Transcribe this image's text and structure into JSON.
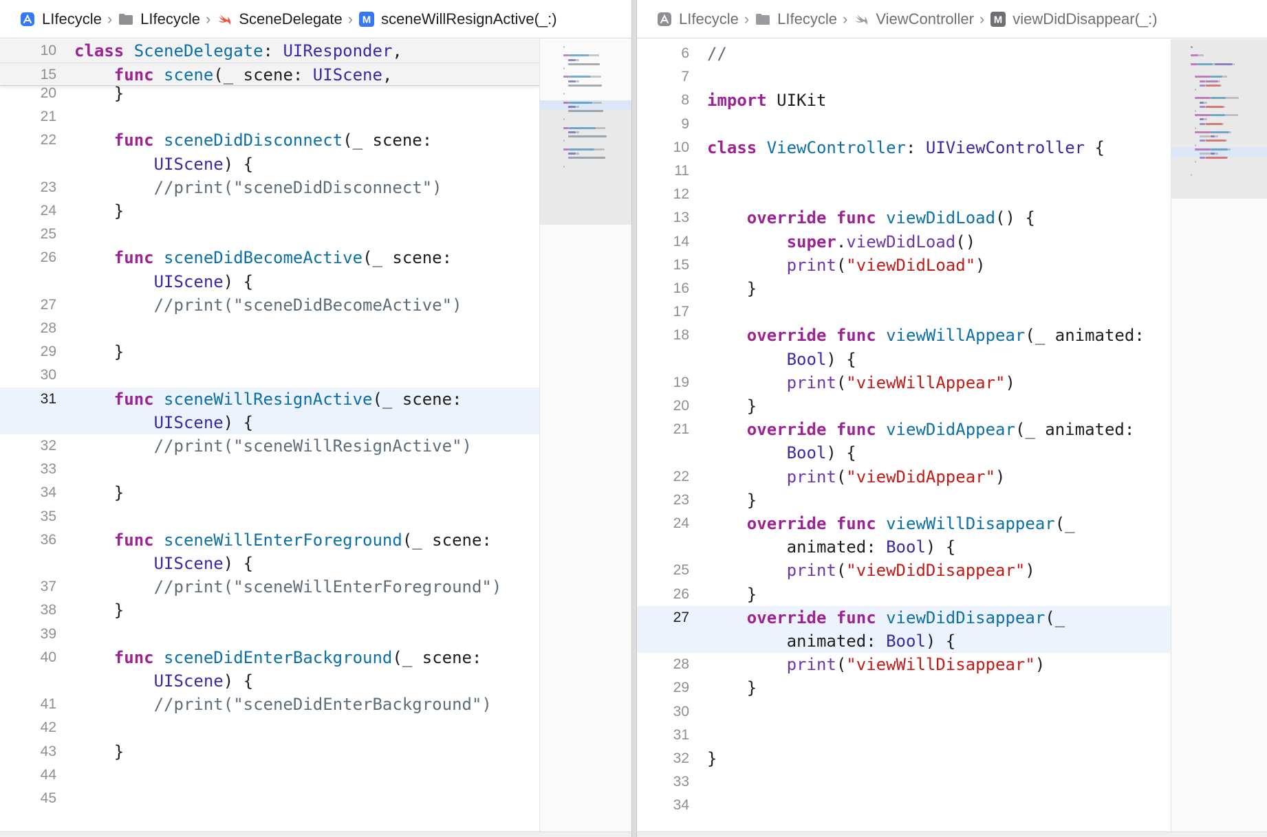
{
  "left_pane": {
    "breadcrumbs": [
      {
        "icon": "app-icon",
        "label": "LIfecycle"
      },
      {
        "icon": "folder-icon",
        "label": "LIfecycle"
      },
      {
        "icon": "swift-icon",
        "label": "SceneDelegate"
      },
      {
        "icon": "method-icon",
        "label": "sceneWillResignActive(_:)"
      }
    ],
    "sticky_lines": [
      {
        "num": "10",
        "tokens": [
          [
            "kw",
            "class "
          ],
          [
            "decl",
            "SceneDelegate"
          ],
          [
            "plain",
            ": "
          ],
          [
            "type",
            "UIResponder"
          ],
          [
            "plain",
            ","
          ]
        ]
      },
      {
        "num": "15",
        "tokens": [
          [
            "plain",
            "    "
          ],
          [
            "kw",
            "func "
          ],
          [
            "decl",
            "scene"
          ],
          [
            "plain",
            "(_ scene: "
          ],
          [
            "type",
            "UIScene"
          ],
          [
            "plain",
            ","
          ]
        ]
      }
    ],
    "lines": [
      {
        "num": "20",
        "tokens": [
          [
            "plain",
            "    }"
          ]
        ]
      },
      {
        "num": "21",
        "tokens": []
      },
      {
        "num": "22",
        "tokens": [
          [
            "plain",
            "    "
          ],
          [
            "kw",
            "func "
          ],
          [
            "decl",
            "sceneDidDisconnect"
          ],
          [
            "plain",
            "(_ scene:"
          ]
        ]
      },
      {
        "num": "",
        "tokens": [
          [
            "plain",
            "        "
          ],
          [
            "type",
            "UIScene"
          ],
          [
            "plain",
            ") {"
          ]
        ]
      },
      {
        "num": "23",
        "tokens": [
          [
            "com",
            "        //print(\"sceneDidDisconnect\")"
          ]
        ]
      },
      {
        "num": "24",
        "tokens": [
          [
            "plain",
            "    }"
          ]
        ]
      },
      {
        "num": "25",
        "tokens": []
      },
      {
        "num": "26",
        "tokens": [
          [
            "plain",
            "    "
          ],
          [
            "kw",
            "func "
          ],
          [
            "decl",
            "sceneDidBecomeActive"
          ],
          [
            "plain",
            "(_ scene:"
          ]
        ]
      },
      {
        "num": "",
        "tokens": [
          [
            "plain",
            "        "
          ],
          [
            "type",
            "UIScene"
          ],
          [
            "plain",
            ") {"
          ]
        ]
      },
      {
        "num": "27",
        "tokens": [
          [
            "com",
            "        //print(\"sceneDidBecomeActive\")"
          ]
        ]
      },
      {
        "num": "28",
        "tokens": []
      },
      {
        "num": "29",
        "tokens": [
          [
            "plain",
            "    }"
          ]
        ]
      },
      {
        "num": "30",
        "tokens": []
      },
      {
        "num": "31",
        "current": true,
        "tokens": [
          [
            "plain",
            "    "
          ],
          [
            "kw",
            "func "
          ],
          [
            "decl",
            "sceneWillResignActive"
          ],
          [
            "plain",
            "(_ scene:"
          ]
        ]
      },
      {
        "num": "",
        "current": true,
        "tokens": [
          [
            "plain",
            "        "
          ],
          [
            "type",
            "UIScene"
          ],
          [
            "plain",
            ") {"
          ]
        ]
      },
      {
        "num": "32",
        "tokens": [
          [
            "com",
            "        //print(\"sceneWillResignActive\")"
          ]
        ]
      },
      {
        "num": "33",
        "tokens": []
      },
      {
        "num": "34",
        "tokens": [
          [
            "plain",
            "    }"
          ]
        ]
      },
      {
        "num": "35",
        "tokens": []
      },
      {
        "num": "36",
        "tokens": [
          [
            "plain",
            "    "
          ],
          [
            "kw",
            "func "
          ],
          [
            "decl",
            "sceneWillEnterForeground"
          ],
          [
            "plain",
            "(_ scene:"
          ]
        ]
      },
      {
        "num": "",
        "tokens": [
          [
            "plain",
            "        "
          ],
          [
            "type",
            "UIScene"
          ],
          [
            "plain",
            ") {"
          ]
        ]
      },
      {
        "num": "37",
        "tokens": [
          [
            "com",
            "        //print(\"sceneWillEnterForeground\")"
          ]
        ]
      },
      {
        "num": "38",
        "tokens": [
          [
            "plain",
            "    }"
          ]
        ]
      },
      {
        "num": "39",
        "tokens": []
      },
      {
        "num": "40",
        "tokens": [
          [
            "plain",
            "    "
          ],
          [
            "kw",
            "func "
          ],
          [
            "decl",
            "sceneDidEnterBackground"
          ],
          [
            "plain",
            "(_ scene:"
          ]
        ]
      },
      {
        "num": "",
        "tokens": [
          [
            "plain",
            "        "
          ],
          [
            "type",
            "UIScene"
          ],
          [
            "plain",
            ") {"
          ]
        ]
      },
      {
        "num": "41",
        "tokens": [
          [
            "com",
            "        //print(\"sceneDidEnterBackground\")"
          ]
        ]
      },
      {
        "num": "42",
        "tokens": []
      },
      {
        "num": "43",
        "tokens": [
          [
            "plain",
            "    }"
          ]
        ]
      },
      {
        "num": "44",
        "tokens": []
      },
      {
        "num": "45",
        "tokens": []
      }
    ]
  },
  "right_pane": {
    "breadcrumbs": [
      {
        "icon": "app-icon",
        "label": "LIfecycle"
      },
      {
        "icon": "folder-icon",
        "label": "LIfecycle"
      },
      {
        "icon": "swift-icon",
        "label": "ViewController"
      },
      {
        "icon": "method-icon",
        "label": "viewDidDisappear(_:)"
      }
    ],
    "lines": [
      {
        "num": "6",
        "tokens": [
          [
            "com",
            "//"
          ]
        ]
      },
      {
        "num": "7",
        "tokens": []
      },
      {
        "num": "8",
        "tokens": [
          [
            "kw",
            "import "
          ],
          [
            "plain",
            "UIKit"
          ]
        ]
      },
      {
        "num": "9",
        "tokens": []
      },
      {
        "num": "10",
        "tokens": [
          [
            "kw",
            "class "
          ],
          [
            "decl",
            "ViewController"
          ],
          [
            "plain",
            ": "
          ],
          [
            "type",
            "UIViewController"
          ],
          [
            "plain",
            " {"
          ]
        ]
      },
      {
        "num": "11",
        "tokens": []
      },
      {
        "num": "12",
        "tokens": []
      },
      {
        "num": "13",
        "tokens": [
          [
            "plain",
            "    "
          ],
          [
            "kw",
            "override func "
          ],
          [
            "decl",
            "viewDidLoad"
          ],
          [
            "plain",
            "() {"
          ]
        ]
      },
      {
        "num": "14",
        "tokens": [
          [
            "plain",
            "        "
          ],
          [
            "kw",
            "super"
          ],
          [
            "plain",
            "."
          ],
          [
            "call",
            "viewDidLoad"
          ],
          [
            "plain",
            "()"
          ]
        ]
      },
      {
        "num": "15",
        "tokens": [
          [
            "plain",
            "        "
          ],
          [
            "call",
            "print"
          ],
          [
            "plain",
            "("
          ],
          [
            "str",
            "\"viewDidLoad\""
          ],
          [
            "plain",
            ")"
          ]
        ]
      },
      {
        "num": "16",
        "tokens": [
          [
            "plain",
            "    }"
          ]
        ]
      },
      {
        "num": "17",
        "tokens": []
      },
      {
        "num": "18",
        "tokens": [
          [
            "plain",
            "    "
          ],
          [
            "kw",
            "override func "
          ],
          [
            "decl",
            "viewWillAppear"
          ],
          [
            "plain",
            "(_ animated:"
          ]
        ]
      },
      {
        "num": "",
        "tokens": [
          [
            "plain",
            "        "
          ],
          [
            "type",
            "Bool"
          ],
          [
            "plain",
            ") {"
          ]
        ]
      },
      {
        "num": "19",
        "tokens": [
          [
            "plain",
            "        "
          ],
          [
            "call",
            "print"
          ],
          [
            "plain",
            "("
          ],
          [
            "str",
            "\"viewWillAppear\""
          ],
          [
            "plain",
            ")"
          ]
        ]
      },
      {
        "num": "20",
        "tokens": [
          [
            "plain",
            "    }"
          ]
        ]
      },
      {
        "num": "21",
        "tokens": [
          [
            "plain",
            "    "
          ],
          [
            "kw",
            "override func "
          ],
          [
            "decl",
            "viewDidAppear"
          ],
          [
            "plain",
            "(_ animated:"
          ]
        ]
      },
      {
        "num": "",
        "tokens": [
          [
            "plain",
            "        "
          ],
          [
            "type",
            "Bool"
          ],
          [
            "plain",
            ") {"
          ]
        ]
      },
      {
        "num": "22",
        "tokens": [
          [
            "plain",
            "        "
          ],
          [
            "call",
            "print"
          ],
          [
            "plain",
            "("
          ],
          [
            "str",
            "\"viewDidAppear\""
          ],
          [
            "plain",
            ")"
          ]
        ]
      },
      {
        "num": "23",
        "tokens": [
          [
            "plain",
            "    }"
          ]
        ]
      },
      {
        "num": "24",
        "tokens": [
          [
            "plain",
            "    "
          ],
          [
            "kw",
            "override func "
          ],
          [
            "decl",
            "viewWillDisappear"
          ],
          [
            "plain",
            "(_"
          ]
        ]
      },
      {
        "num": "",
        "tokens": [
          [
            "plain",
            "        animated: "
          ],
          [
            "type",
            "Bool"
          ],
          [
            "plain",
            ") {"
          ]
        ]
      },
      {
        "num": "25",
        "tokens": [
          [
            "plain",
            "        "
          ],
          [
            "call",
            "print"
          ],
          [
            "plain",
            "("
          ],
          [
            "str",
            "\"viewDidDisappear\""
          ],
          [
            "plain",
            ")"
          ]
        ]
      },
      {
        "num": "26",
        "tokens": [
          [
            "plain",
            "    }"
          ]
        ]
      },
      {
        "num": "27",
        "current": true,
        "tokens": [
          [
            "plain",
            "    "
          ],
          [
            "kw",
            "override func "
          ],
          [
            "decl",
            "viewDidDisappear"
          ],
          [
            "plain",
            "(_"
          ]
        ]
      },
      {
        "num": "",
        "current": true,
        "tokens": [
          [
            "plain",
            "        animated: "
          ],
          [
            "type",
            "Bool"
          ],
          [
            "plain",
            ") {"
          ]
        ]
      },
      {
        "num": "28",
        "tokens": [
          [
            "plain",
            "        "
          ],
          [
            "call",
            "print"
          ],
          [
            "plain",
            "("
          ],
          [
            "str",
            "\"viewWillDisappear\""
          ],
          [
            "plain",
            ")"
          ]
        ]
      },
      {
        "num": "29",
        "tokens": [
          [
            "plain",
            "    }"
          ]
        ]
      },
      {
        "num": "30",
        "tokens": []
      },
      {
        "num": "31",
        "tokens": []
      },
      {
        "num": "32",
        "tokens": [
          [
            "plain",
            "}"
          ]
        ]
      },
      {
        "num": "33",
        "tokens": []
      },
      {
        "num": "34",
        "tokens": []
      }
    ]
  },
  "colors": {
    "keyword": "#9b2393",
    "declaration": "#0b6fa8",
    "type": "#3a28a6",
    "call": "#6c36a9",
    "string": "#c41a16",
    "comment": "#5d6c79",
    "current_line": "#ecf3fd",
    "method_badge_left": "#3478f6",
    "method_badge_right": "#6e6e73",
    "swift_orange": "#f05138"
  }
}
